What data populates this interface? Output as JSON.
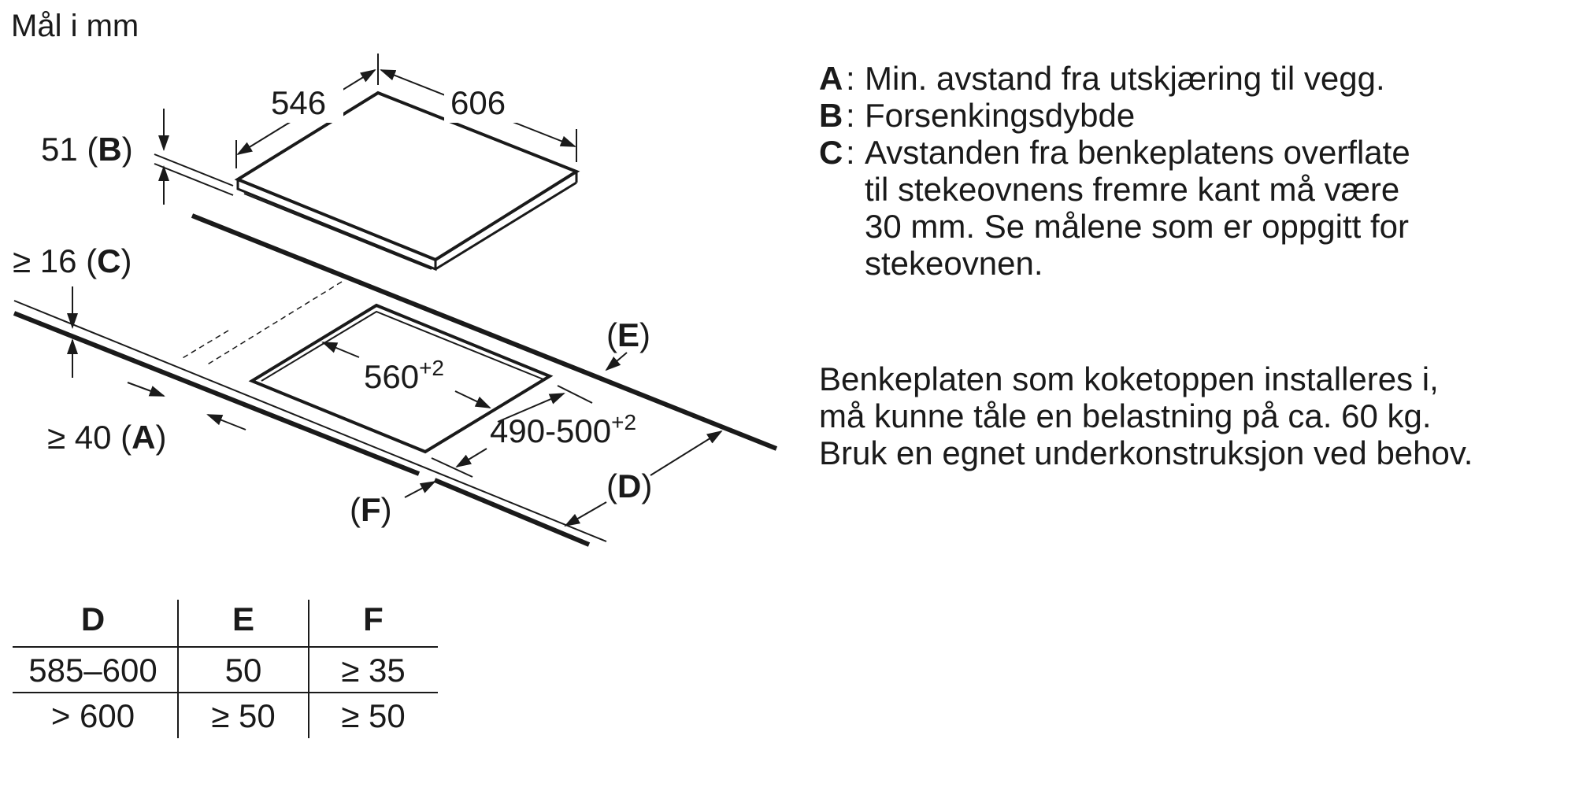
{
  "unit_note": "Mål i mm",
  "hob": {
    "depth_label": "546",
    "width_label": "606"
  },
  "labels": {
    "b_value": "51",
    "b_key": "B",
    "c_prefix": "≥ 16",
    "c_key": "C",
    "a_prefix": "≥ 40",
    "a_key": "A",
    "cutout_width": "560",
    "cutout_width_tol": "+2",
    "cutout_depth": "490-500",
    "cutout_depth_tol": "+2",
    "e_key": "E",
    "d_key": "D",
    "f_key": "F"
  },
  "legend": [
    {
      "key": "A",
      "text": "Min. avstand fra utskjæring til vegg."
    },
    {
      "key": "B",
      "text": "Forsenkingsdybde"
    },
    {
      "key": "C",
      "text": "Avstanden fra benkeplatens overflate\ntil stekeovnens fremre kant må være\n30 mm. Se målene som er oppgitt for\nstekeovnen."
    }
  ],
  "note": "Benkeplaten som koketoppen installeres i,\nmå kunne tåle en belastning på ca. 60 kg.\nBruk en egnet underkonstruksjon ved behov.",
  "table": {
    "headers": [
      "D",
      "E",
      "F"
    ],
    "rows": [
      [
        "585–600",
        "50",
        "≥ 35"
      ],
      [
        "> 600",
        "≥ 50",
        "≥ 50"
      ]
    ]
  }
}
